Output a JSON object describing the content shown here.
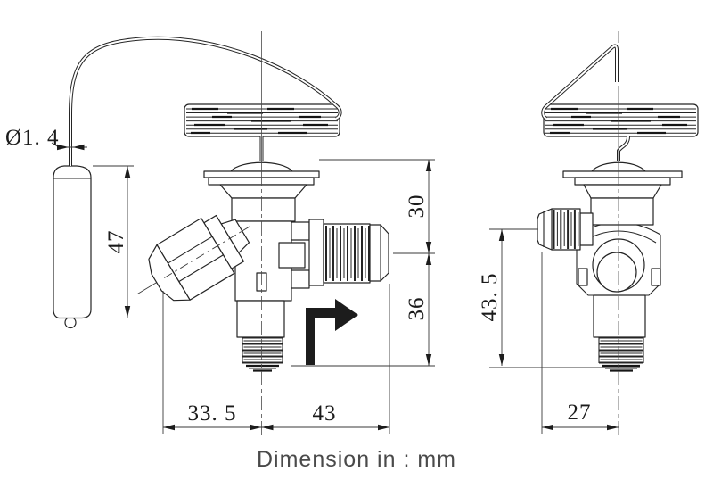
{
  "drawing": {
    "unit_note": "Dimension in : mm",
    "dimensions": {
      "capillary_diameter": "Ø1. 4",
      "bulb_length": "47",
      "head_to_outlet_center": "30",
      "outlet_center_to_bottom": "36",
      "inlet_to_center": "33. 5",
      "center_to_outlet_end": "43",
      "port_center_to_bottom_side": "43. 5",
      "port_face_to_center_side": "27"
    },
    "colors": {
      "line": "#242424",
      "background": "#ffffff",
      "note_text": "#4a4a4a"
    },
    "icons": {
      "flow_direction_arrow": "right-angle-arrow"
    }
  }
}
